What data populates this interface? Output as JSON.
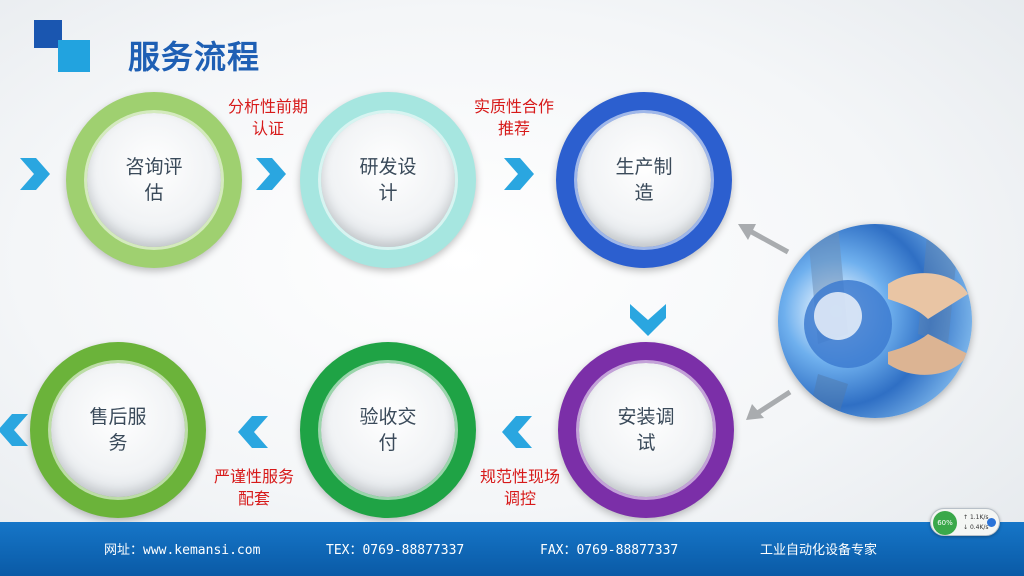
{
  "title": "服务流程",
  "steps": [
    {
      "label": "咨询评估",
      "ring": "#9fd070"
    },
    {
      "label": "研发设计",
      "ring": "#a6e6e0"
    },
    {
      "label": "生产制造",
      "ring": "#2c5fcf"
    },
    {
      "label": "安装调试",
      "ring": "#7b2fa8"
    },
    {
      "label": "验收交付",
      "ring": "#1fa345"
    },
    {
      "label": "售后服务",
      "ring": "#6bb33a"
    }
  ],
  "notes": [
    "分析性前期认证",
    "实质性合作推荐",
    "规范性现场调控",
    "严谨性服务配套"
  ],
  "colors": {
    "chevron": "#2aa6e0",
    "note_text": "#d71a1a",
    "title": "#1e5fb4",
    "footer": "#0f66b8"
  },
  "footer": {
    "website": "网址：www.kemansi.com",
    "tel": "TEX：0769-88877337",
    "fax": "FAX：0769-88877337",
    "slogan": "工业自动化设备专家"
  },
  "net_widget": {
    "percent": "60%",
    "upload": "1.1K/s",
    "download": "0.4K/s"
  }
}
